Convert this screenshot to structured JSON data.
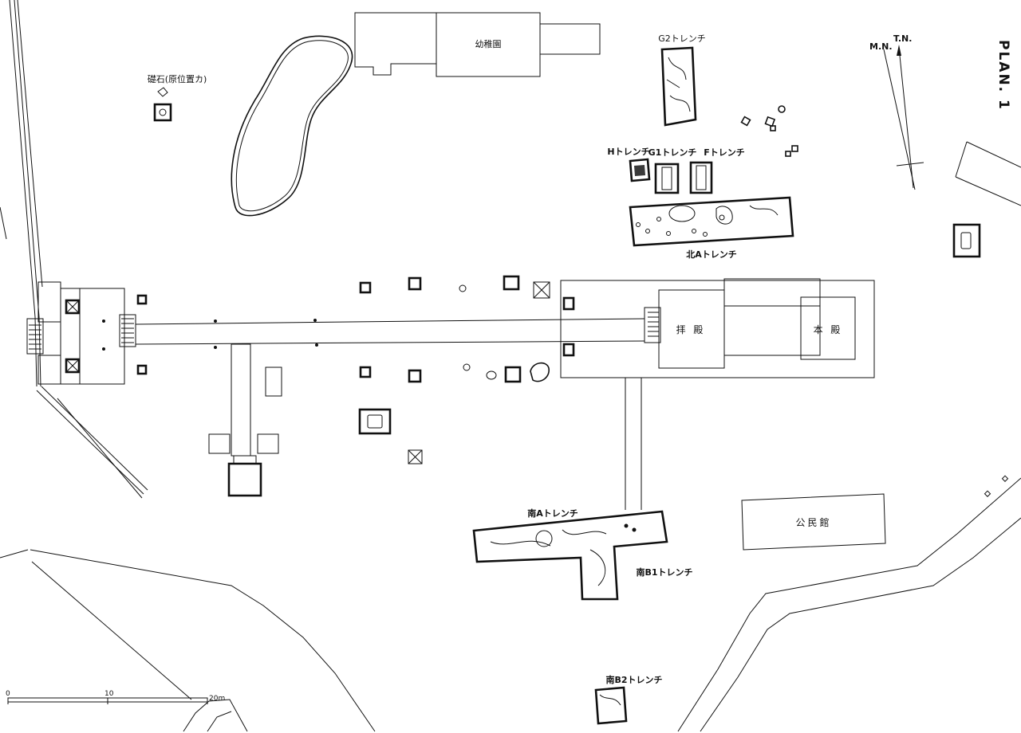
{
  "title": "PLAN. 1",
  "north_arrow": {
    "magnetic": "M.N.",
    "true": "T.N."
  },
  "buildings": {
    "kindergarten": "幼稚園",
    "worship_hall": "拝 殿",
    "main_hall": "本 殿",
    "community_hall": "公民館"
  },
  "features": {
    "foundation_stone": "礎石(原位置カ)"
  },
  "trenches": {
    "g2": "G2トレンチ",
    "h": "Hトレンチ",
    "g1": "G1トレンチ",
    "f": "Fトレンチ",
    "north_a": "北Aトレンチ",
    "south_a": "南Aトレンチ",
    "south_b1": "南B1トレンチ",
    "south_b2": "南B2トレンチ"
  },
  "scale_bar": {
    "ticks": [
      "0",
      "10",
      "20m"
    ]
  }
}
